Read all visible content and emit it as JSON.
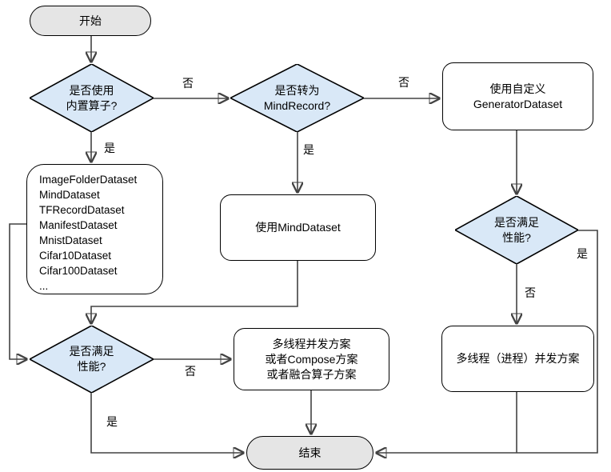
{
  "title": "MindSpore dataset selection flowchart",
  "colors": {
    "decision_fill": "#d9e8f7",
    "terminal_fill": "#e5e5e5",
    "process_fill": "#ffffff",
    "shape_border": "#000000",
    "connector": "#424242"
  },
  "nodes": {
    "start": {
      "label": "开始"
    },
    "decision_builtin": {
      "line1": "是否使用",
      "line2": "内置算子?"
    },
    "decision_mindrecord": {
      "line1": "是否转为",
      "line2": "MindRecord?"
    },
    "generator_box": {
      "line1": "使用自定义",
      "line2": "GeneratorDataset"
    },
    "dataset_list": {
      "items": [
        "ImageFolderDataset",
        "MindDataset",
        "TFRecordDataset",
        "ManifestDataset",
        "MnistDataset",
        "Cifar10Dataset",
        "Cifar100Dataset",
        "..."
      ]
    },
    "minddataset_box": {
      "label": "使用MindDataset"
    },
    "decision_perf_right": {
      "line1": "是否满足",
      "line2": "性能?"
    },
    "decision_perf_left": {
      "line1": "是否满足",
      "line2": "性能?"
    },
    "concurrency_box": {
      "line1": "多线程并发方案",
      "line2": "或者Compose方案",
      "line3": "或者融合算子方案"
    },
    "multiprocess_box": {
      "label": "多线程（进程）并发方案"
    },
    "end": {
      "label": "结束"
    }
  },
  "edge_labels": {
    "builtin_no": "否",
    "builtin_yes": "是",
    "mindrecord_no": "否",
    "mindrecord_yes": "是",
    "perf_right_yes": "是",
    "perf_right_no": "否",
    "perf_left_no": "否",
    "perf_left_yes": "是"
  }
}
